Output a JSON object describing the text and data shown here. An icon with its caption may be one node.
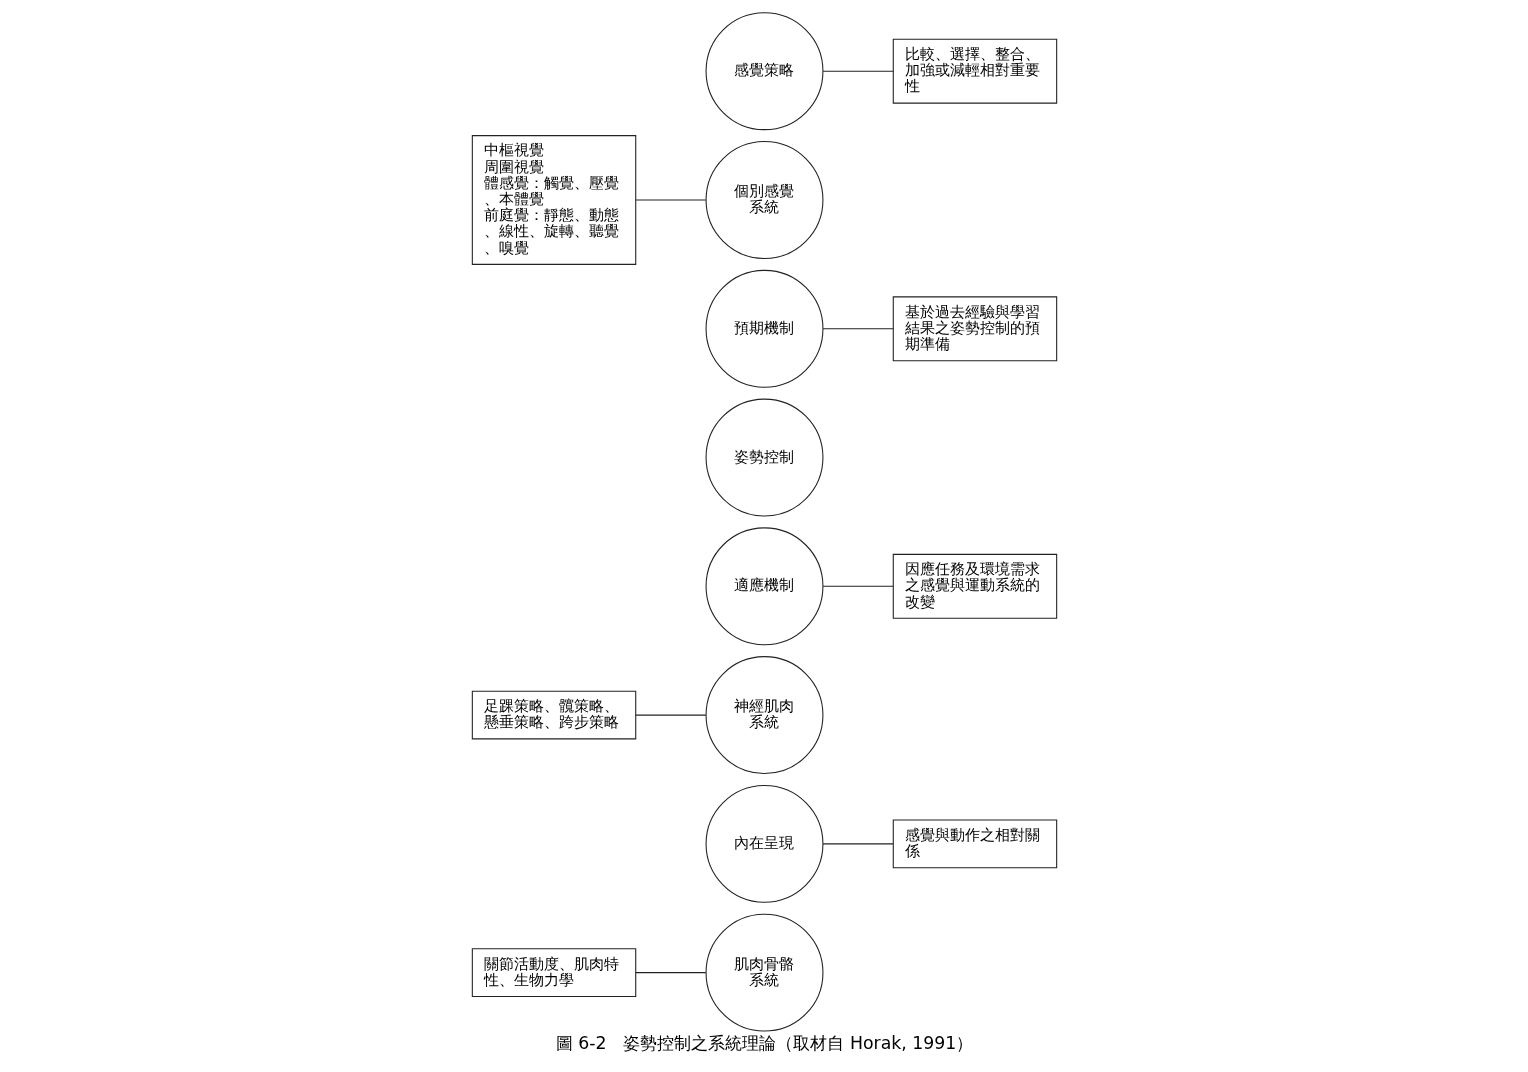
{
  "diagram": {
    "caption": "圖 6-2　姿勢控制之系統理論（取材自 Horak, 1991）",
    "nodes": [
      {
        "text": [
          "關節活動度、肌肉特性、生物力學"
        ]
      },
      {
        "text": [
          "感覺與動作之相對關係"
        ]
      },
      {
        "text": [
          "肌肉骨骼系統"
        ]
      },
      {
        "text": [
          "內在呈現"
        ]
      },
      {
        "text": [
          "足踝策略、髖策略、懸垂策略、跨步策略"
        ]
      },
      {
        "text": [
          "因應任務及環境需求之感覺與運動系統的改變"
        ]
      },
      {
        "text": [
          "神經肌肉系統"
        ]
      },
      {
        "text": [
          "姿勢控制"
        ]
      },
      {
        "text": [
          "適應機制"
        ]
      },
      {
        "text": [
          "基於過去經驗與學習結果之姿勢控制的預期準備"
        ]
      },
      {
        "text": [
          "中樞視覺",
          "周圍視覺",
          "體感覺：觸覺、壓覺、本體覺",
          "前庭覺：靜態、動態、線性、旋轉、聽覺、嗅覺"
        ]
      },
      {
        "text": [
          "個別感覺系統"
        ]
      },
      {
        "text": [
          "預期機制"
        ]
      },
      {
        "text": [
          "感覺策略"
        ]
      },
      {
        "text": [
          "比較、選擇、整合、加強或減輕相對重要性"
        ]
      }
    ],
    "edges": [
      {
        "from": 0,
        "to": 2,
        "arrow": "none"
      },
      {
        "from": 3,
        "to": 1,
        "arrow": "none"
      },
      {
        "from": 4,
        "to": 6,
        "arrow": "none"
      },
      {
        "from": 8,
        "to": 5,
        "arrow": "none"
      },
      {
        "from": 12,
        "to": 9,
        "arrow": "none"
      },
      {
        "from": 10,
        "to": 11,
        "arrow": "none"
      },
      {
        "from": 13,
        "to": 14,
        "arrow": "none"
      }
    ]
  }
}
